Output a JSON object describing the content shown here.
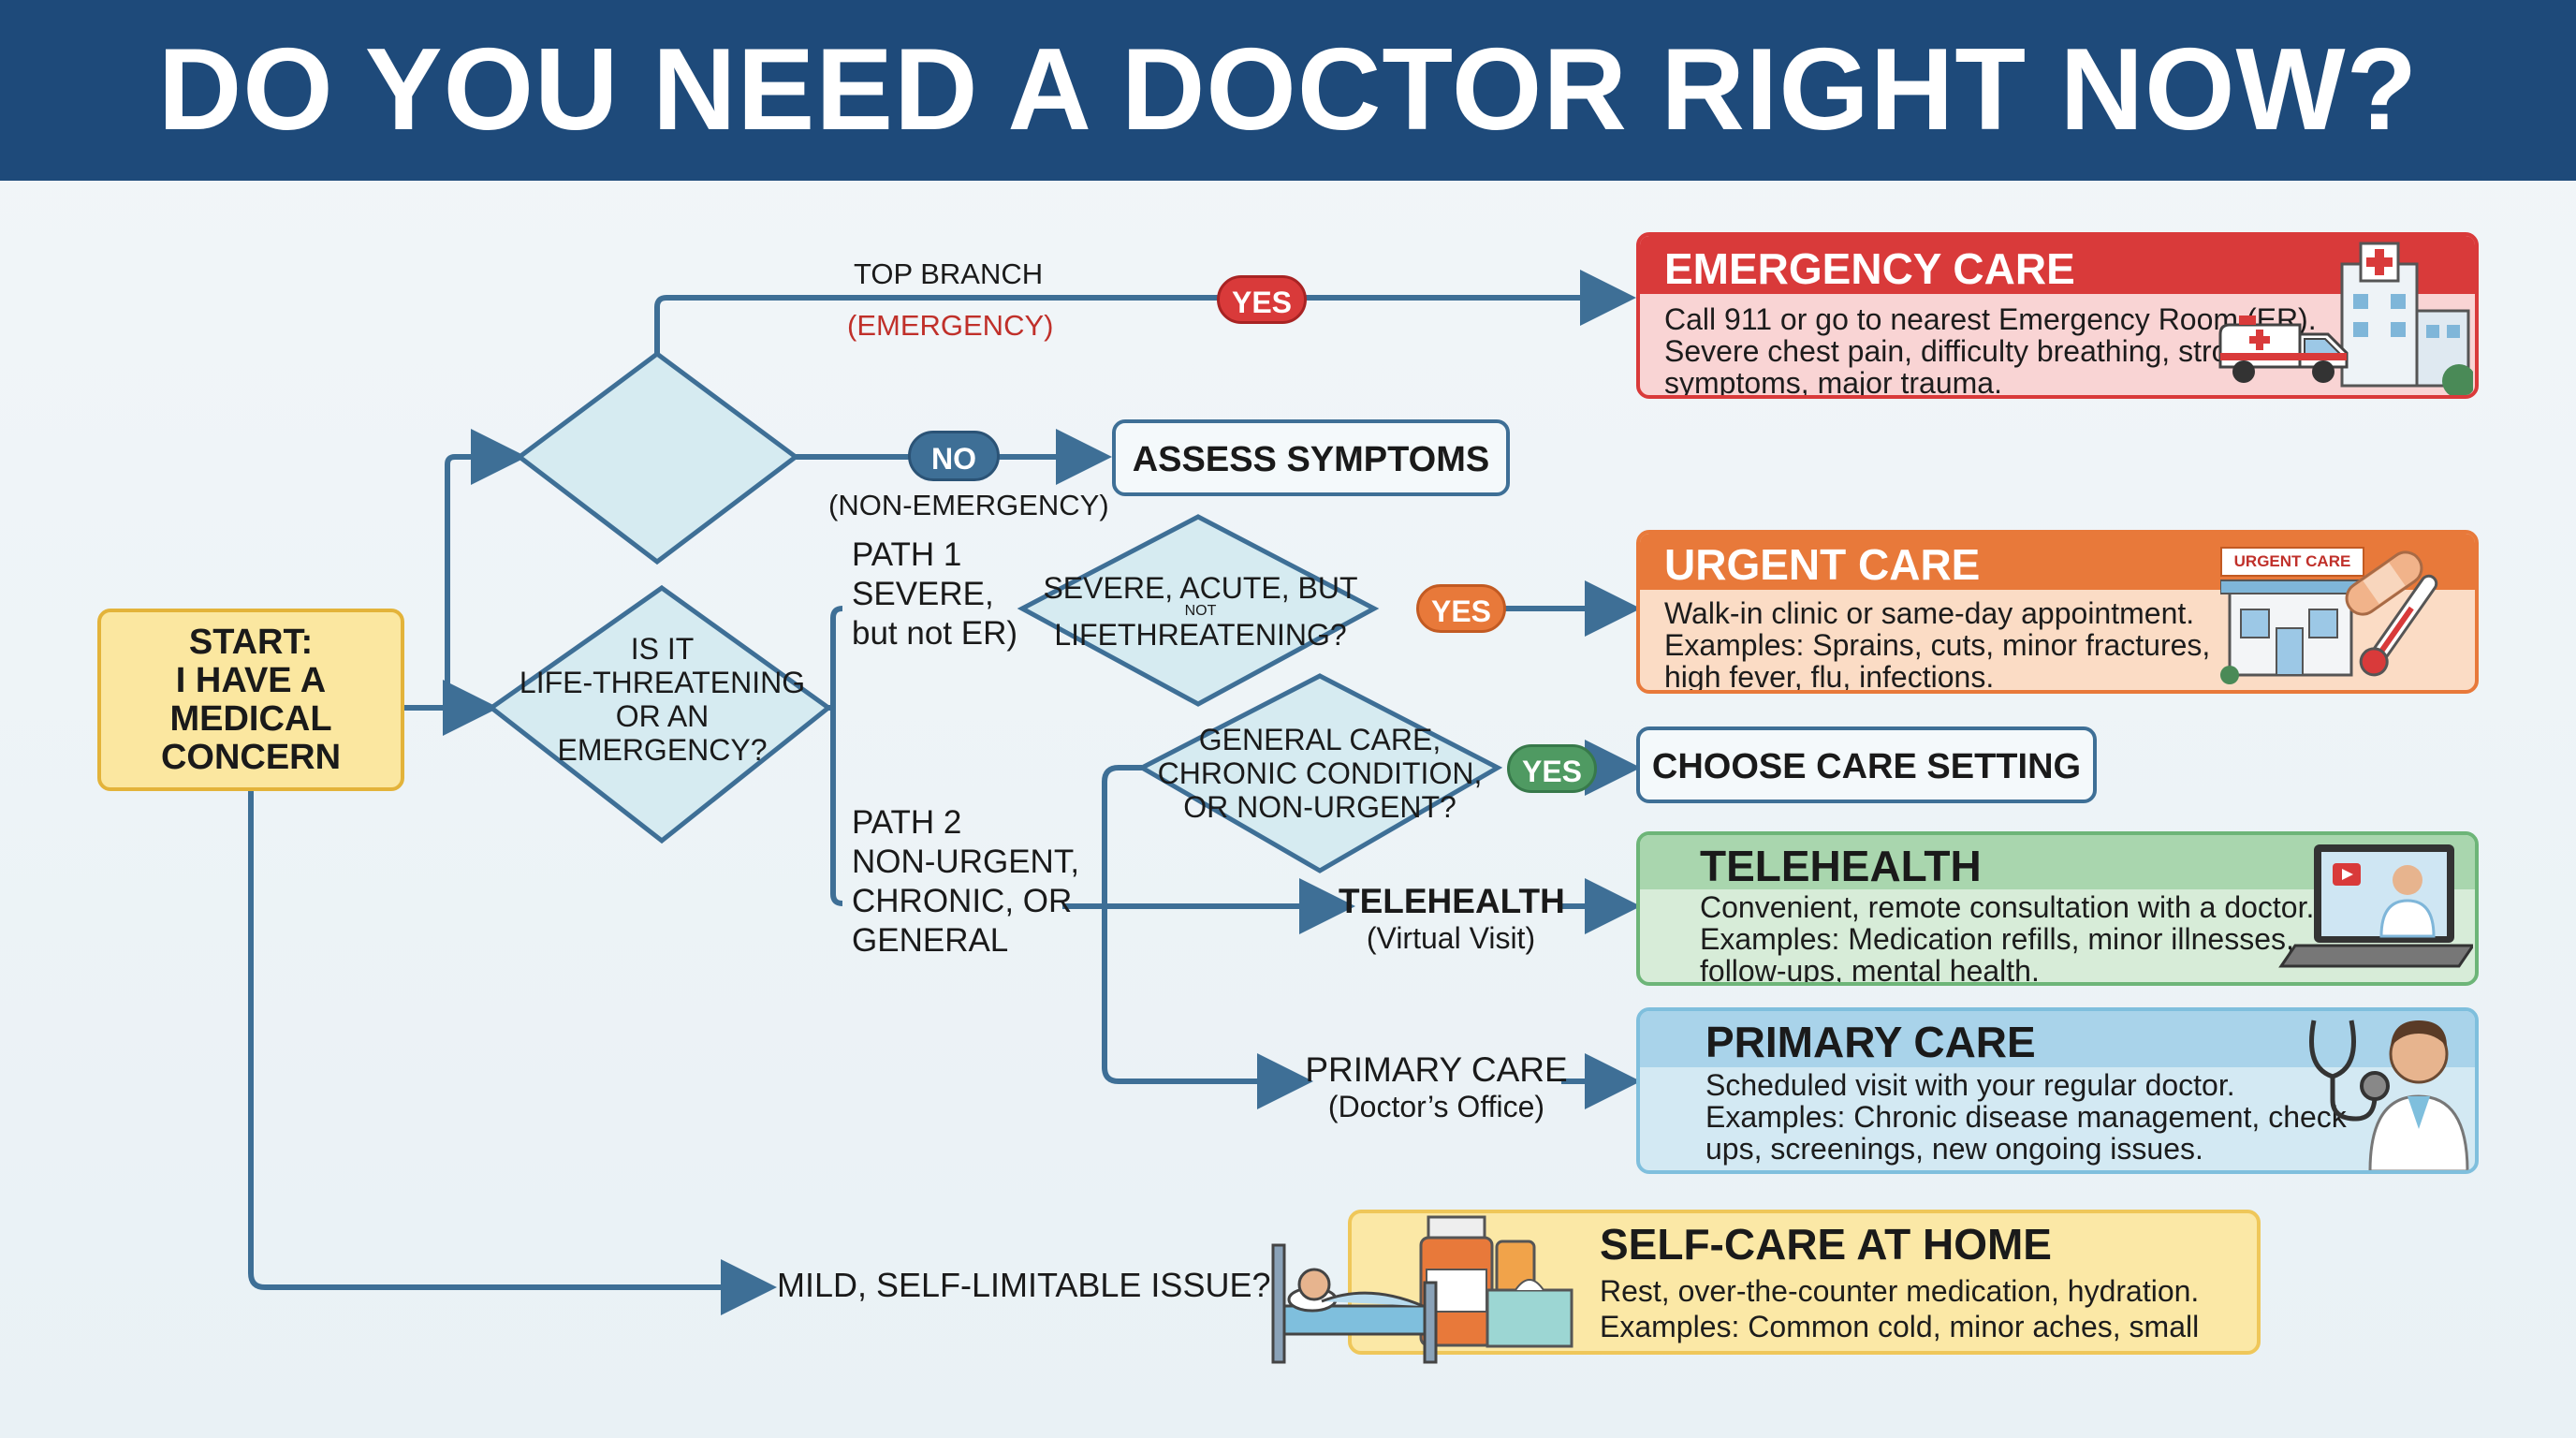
{
  "title": "DO YOU NEED A DOCTOR RIGHT NOW?",
  "start": {
    "line1": "START:",
    "line2": "I HAVE A",
    "line3": "MEDICAL",
    "line4": "CONCERN"
  },
  "decision_main": {
    "line1": "IS IT",
    "line2": "LIFE-THREATENING",
    "line3": "OR AN",
    "line4": "EMERGENCY?"
  },
  "top_branch": {
    "label": "TOP BRANCH",
    "sublabel": "(EMERGENCY)",
    "yes": "YES"
  },
  "no_branch": {
    "no": "NO",
    "sublabel": "(NON-EMERGENCY)",
    "assess": "ASSESS SYMPTOMS"
  },
  "path1": {
    "line1": "PATH 1",
    "line2": "SEVERE,",
    "line3": "but not ER)"
  },
  "decision_severe": {
    "line1": "SEVERE, ACUTE, BUT",
    "small": "NOT",
    "line2": "LIFETHREATENING?",
    "yes": "YES"
  },
  "path2": {
    "line1": "PATH 2",
    "line2": "NON-URGENT,",
    "line3": "CHRONIC, OR",
    "line4": "GENERAL"
  },
  "decision_general": {
    "line1": "GENERAL CARE,",
    "line2": "CHRONIC CONDITION,",
    "line3": "OR NON-URGENT?",
    "yes": "YES"
  },
  "choose_setting": "CHOOSE CARE SETTING",
  "telehealth_node": {
    "label": "TELEHEALTH",
    "sub": "(Virtual Visit)"
  },
  "primary_node": {
    "label": "PRIMARY CARE",
    "sub": "(Doctor’s Office)"
  },
  "mild_question": "MILD, SELF-LIMITABLE ISSUE?",
  "cards": {
    "emergency": {
      "title": "EMERGENCY CARE",
      "line1": "Call 911 or go to nearest Emergency Room (ER).",
      "line2": "Severe chest pain, difficulty breathing, stroke",
      "line3": "symptoms, major trauma."
    },
    "urgent": {
      "title": "URGENT CARE",
      "sign": "URGENT CARE",
      "line1": "Walk-in clinic or same-day appointment.",
      "line2": "Examples: Sprains, cuts, minor fractures,",
      "line3": "high fever, flu, infections."
    },
    "telehealth": {
      "title": "TELEHEALTH",
      "line1": "Convenient, remote consultation with a doctor.",
      "line2": "Examples: Medication refills, minor illnesses,",
      "line3": "follow-ups, mental health."
    },
    "primary": {
      "title": "PRIMARY CARE",
      "line1": "Scheduled visit with your regular doctor.",
      "line2": "Examples: Chronic disease management, check-",
      "line3": "ups, screenings, new ongoing issues."
    },
    "selfcare": {
      "title": "SELF-CARE AT HOME",
      "line1": "Rest, over-the-counter medication, hydration.",
      "line2": "Examples: Common cold, minor aches, small cuts."
    }
  },
  "colors": {
    "header": "#1e4a7a",
    "line": "#3e6f96",
    "emergency": "#d93a3a",
    "urgent": "#e8793a",
    "telehealth": "#6db578",
    "primary": "#7fbfdd",
    "selfcare": "#efc75a",
    "start": "#fbe7a0"
  },
  "icons": [
    "hospital-icon",
    "ambulance-icon",
    "urgent-care-building-icon",
    "bandage-icon",
    "thermometer-icon",
    "laptop-doctor-icon",
    "stethoscope-icon",
    "doctor-icon",
    "bed-patient-icon",
    "medicine-bottle-icon",
    "tissue-box-icon"
  ]
}
